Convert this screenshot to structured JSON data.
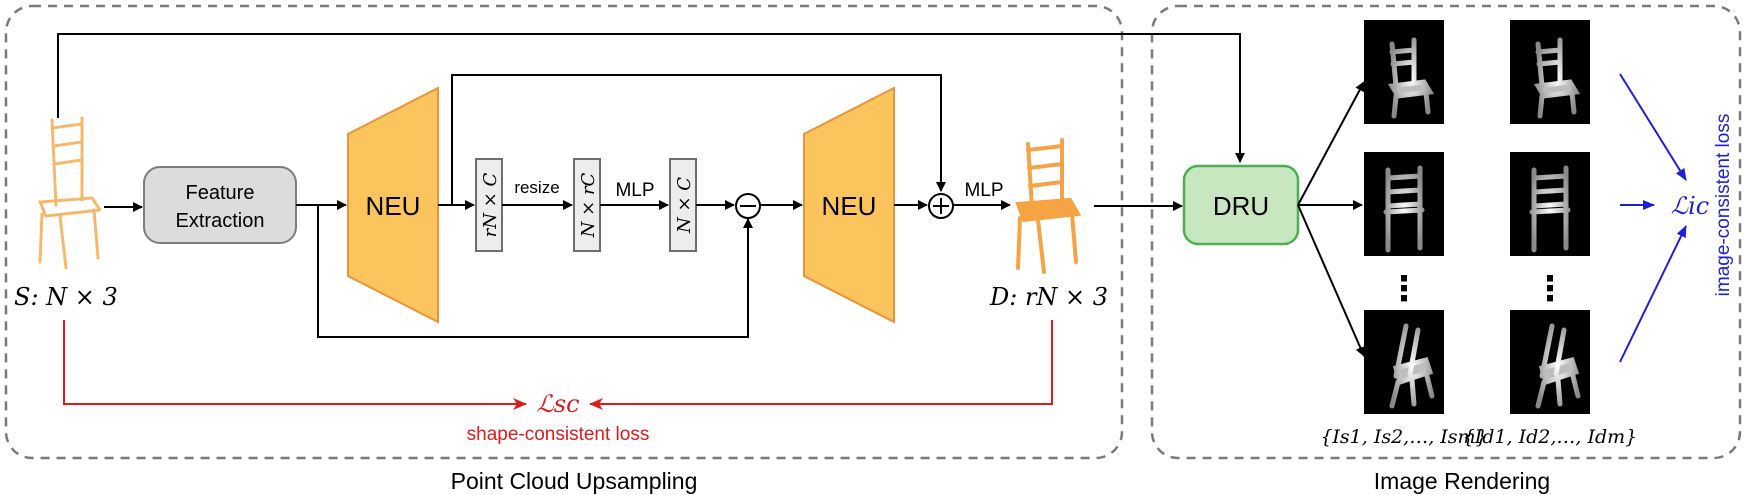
{
  "sections": {
    "left_title": "Point Cloud Upsampling",
    "right_title": "Image Rendering"
  },
  "blocks": {
    "feature_extraction_line1": "Feature",
    "feature_extraction_line2": "Extraction",
    "neu": "NEU",
    "dru": "DRU"
  },
  "labels": {
    "input": "S: N × 3",
    "output": "D: rN × 3",
    "dim_rn_c": "rN × C",
    "dim_n_rc": "N × rC",
    "dim_n_c": "N × C",
    "resize": "resize",
    "mlp": "MLP",
    "minus": "−",
    "plus": "+",
    "loss_sc": "ℒsc",
    "loss_sc_text": "shape-consistent loss",
    "loss_ic": "ℒic",
    "loss_ic_text": "image-consistent loss",
    "dots": "⋮",
    "set_s": "{Is1, Is2,…, Ism}",
    "set_d": "{Id1, Id2,…, Idm}"
  },
  "colors": {
    "neu_fill": "#fcc45c",
    "neu_stroke": "#e8943a",
    "dru_fill": "#c8e6c0",
    "dru_stroke": "#4caf50",
    "fe_fill": "#dcdcdc",
    "loss_sc": "#e01b1b",
    "loss_ic": "#1f1fd6",
    "chair": "#f6a443"
  }
}
